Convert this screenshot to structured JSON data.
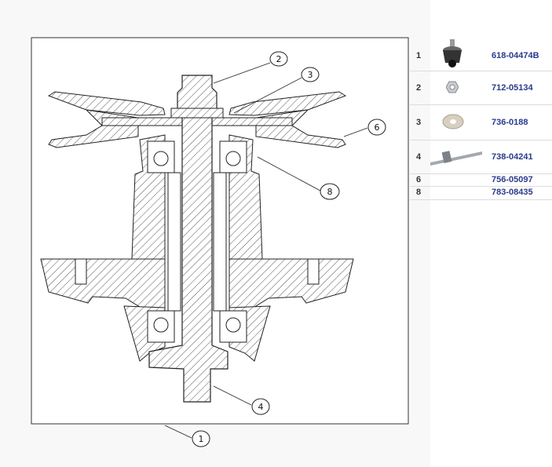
{
  "diagram": {
    "callouts": [
      "1",
      "2",
      "3",
      "4",
      "6",
      "8"
    ]
  },
  "parts": [
    {
      "no": "1",
      "code": "618-04474B",
      "icon": "spindle-assembly-icon"
    },
    {
      "no": "2",
      "code": "712-05134",
      "icon": "hex-nut-icon"
    },
    {
      "no": "3",
      "code": "736-0188",
      "icon": "washer-icon"
    },
    {
      "no": "4",
      "code": "738-04241",
      "icon": "shaft-icon"
    },
    {
      "no": "6",
      "code": "756-05097",
      "icon": ""
    },
    {
      "no": "8",
      "code": "783-08435",
      "icon": ""
    }
  ],
  "colors": {
    "link": "#2a3a8c",
    "line": "#222222",
    "hatch": "#555555"
  }
}
